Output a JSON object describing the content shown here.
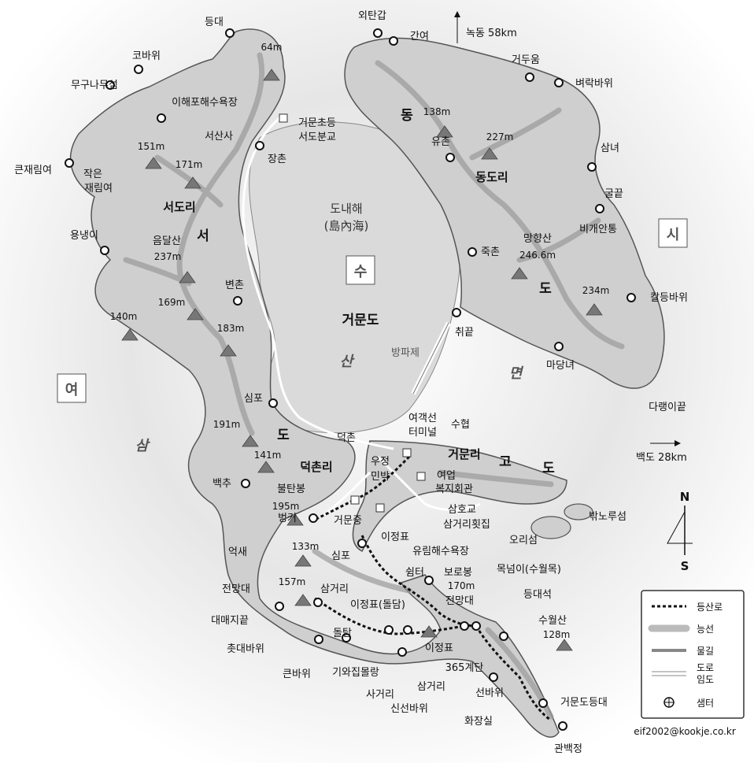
{
  "sea": {
    "inner": "도내해",
    "inner_hanja": "(島內海)",
    "island_group": "거문도",
    "breakwater": "방파제",
    "char_su": "수",
    "char_san": "산",
    "char_myeon": "면",
    "char_yeo": "여",
    "char_sam": "삼",
    "char_si": "시"
  },
  "island_names": {
    "seo": "서",
    "seo_do": "도",
    "dong": "동",
    "dong_do": "도",
    "go": "고",
    "go_do": "도",
    "seodo_ri": "서도리",
    "dongdo_ri": "동도리",
    "deokchon_ri": "덕촌리",
    "geomun_ri": "거문리"
  },
  "directions": {
    "nokdong": "녹동 58km",
    "baekdo": "백도 28km",
    "north": "N",
    "south": "S"
  },
  "places": {
    "deungdae": "등대",
    "kobawi": "코바위",
    "mugunamu": "무구나무섬",
    "ihaepo": "이해포해수욕장",
    "seosansa": "서산사",
    "school": "거문초등",
    "school2": "서도분교",
    "jangchon": "장촌",
    "keunjaerim": "큰재림여",
    "jageun": "작은",
    "jaerimyeo": "재림여",
    "yongnaengi": "용냉이",
    "eumdalsan": "음달산",
    "byeonchon": "변촌",
    "simpo": "심포",
    "baekchu": "백추",
    "deokchon": "덕촌",
    "ujeong": "우정",
    "minbak": "민박",
    "bultanbong": "불탄봉",
    "beongker": "벙커",
    "geomunjung": "거문중",
    "eoksae": "억새",
    "simpo2": "심포",
    "jeonmangdae": "전망대",
    "daemaeji": "대매지끝",
    "chotdae": "촛대바위",
    "samgeori1": "삼거리",
    "ijeongpyo_doldam": "이정표(돌담)",
    "doltap": "돌탑",
    "keunbawi": "큰바위",
    "giwajip": "기와집몰랑",
    "sageori": "사거리",
    "samgeori2": "삼거리",
    "sinseon": "신선바위",
    "oetangap": "외탄갑",
    "ganyeo": "간여",
    "geodueum": "거두움",
    "byeorak": "벼락바위",
    "yuchon": "유촌",
    "samnyeo": "삼녀",
    "gulkkeut": "굴끝",
    "bigaean": "비개안통",
    "jukchon": "죽촌",
    "manghyangsan": "망향산",
    "kaldeung": "칼등바위",
    "chwikkeut": "취끝",
    "madangnyeo": "마당녀",
    "darangi": "다랭이끝",
    "terminal1": "여객선",
    "terminal2": "터미널",
    "suhyeop": "수협",
    "yeoeop1": "여업",
    "yeoeop2": "복지회관",
    "samhogyo": "삼호교",
    "samgeori_hut": "삼거리횟집",
    "ijeongpyo1": "이정표",
    "yurim": "유림해수욕장",
    "swimteo": "쉼터",
    "borobong": "보로봉",
    "borobong_elev": "170m",
    "jeonmangdae2": "전망대",
    "mokneomi": "목넘이(수월목)",
    "deungdaeseok": "등대석",
    "suwolsan": "수월산",
    "suwolsan_elev": "128m",
    "ijeongpyo2": "이정표",
    "gyedan365": "365계단",
    "seonbawi": "선바위",
    "hwajangsil": "화장실",
    "geomundo_lighthouse": "거문도등대",
    "gwanbaekjeong": "관백정",
    "orisom": "오리섬",
    "bakknoru": "밖노루섬"
  },
  "elevations": {
    "e64": "64m",
    "e151": "151m",
    "e171": "171m",
    "e237": "237m",
    "e169": "169m",
    "e140": "140m",
    "e183": "183m",
    "e191": "191m",
    "e141": "141m",
    "e195": "195m",
    "e133": "133m",
    "e157": "157m",
    "e138": "138m",
    "e227": "227m",
    "e2466": "246.6m",
    "e234": "234m"
  },
  "legend": {
    "trail": "등산로",
    "ridge": "능선",
    "stream": "물길",
    "road1": "도로",
    "road2": "임도",
    "center": "샘터"
  },
  "credit": "eif2002@kookje.co.kr",
  "colors": {
    "land": "#cfcfcf",
    "land_edge": "#555555",
    "sea": "#eeeeee",
    "inner_sea": "#d9d9d9",
    "ridge": "#9a9a9a"
  }
}
